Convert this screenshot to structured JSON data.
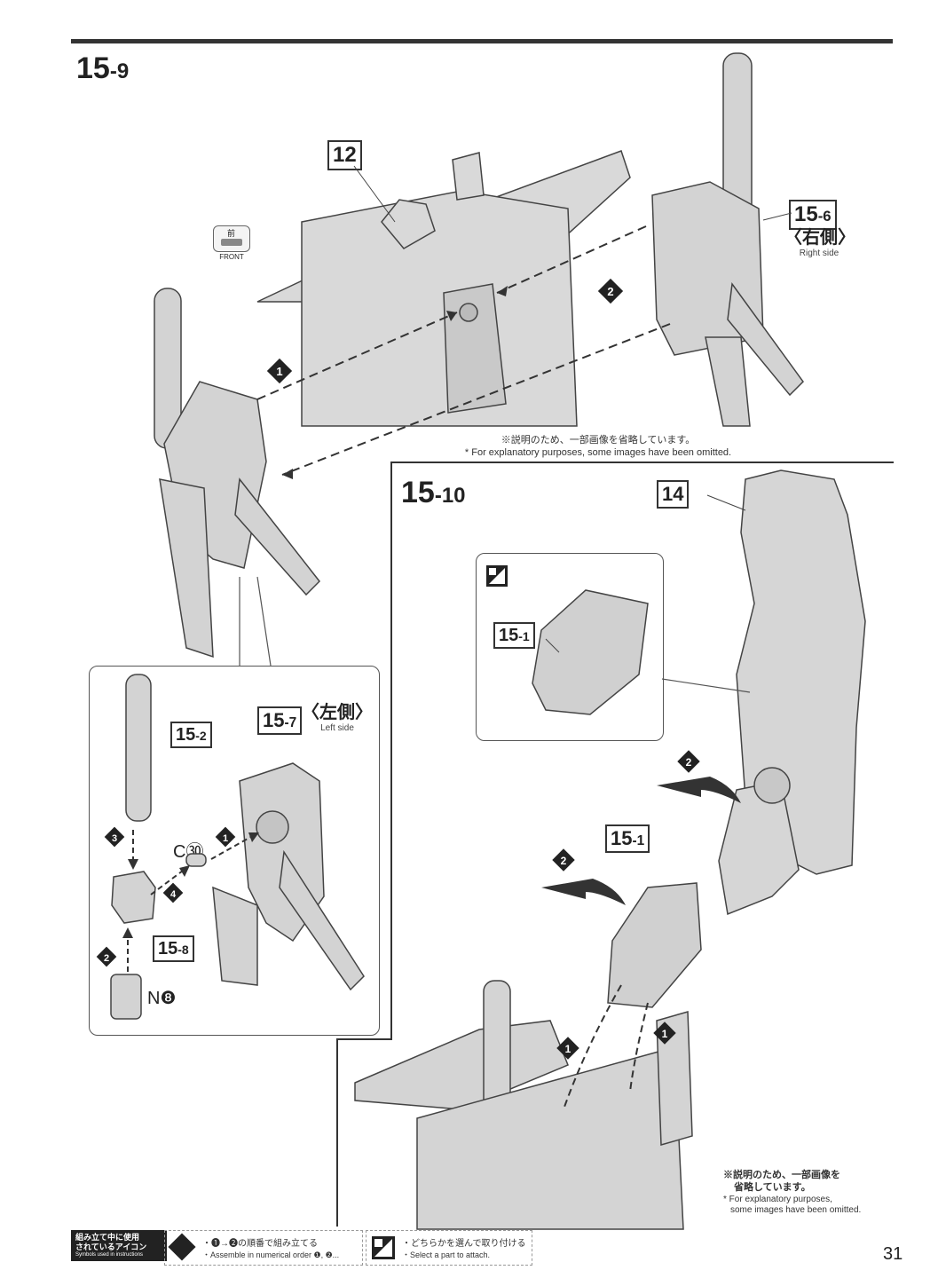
{
  "steps": {
    "s9": {
      "title_main": "15",
      "title_sub": "-9"
    },
    "s10": {
      "title_main": "15",
      "title_sub": "-10"
    }
  },
  "parts": {
    "p12": "12",
    "p14": "14",
    "p15_6_main": "15",
    "p15_6_sub": "-6",
    "p15_7_main": "15",
    "p15_7_sub": "-7",
    "p15_2_main": "15",
    "p15_2_sub": "-2",
    "p15_8_main": "15",
    "p15_8_sub": "-8",
    "p15_1a_main": "15",
    "p15_1a_sub": "-1",
    "p15_1b_main": "15",
    "p15_1b_sub": "-1"
  },
  "labels": {
    "right_jp": "〈右側〉",
    "right_en": "Right side",
    "left_jp": "〈左側〉",
    "left_en": "Left side",
    "front_jp": "前",
    "front_en": "FRONT",
    "c30": "C㉚",
    "n8": "N❽"
  },
  "notes": {
    "n1_jp": "※説明のため、一部画像を省略しています。",
    "n1_en": "* For explanatory purposes, some images have been omitted.",
    "n2_jp1": "※説明のため、一部画像を",
    "n2_jp2": "省略しています。",
    "n2_en1": "* For explanatory purposes,",
    "n2_en2": "some images have been omitted."
  },
  "footer": {
    "legend_jp1": "組み立て中に使用",
    "legend_jp2": "されているアイコン",
    "legend_en": "Symbols used in instructions",
    "order_jp": "・❶→❷の順番で組み立てる",
    "order_en": "・Assemble in numerical order ❶, ❷...",
    "select_jp": "・どちらかを選んで取り付ける",
    "select_en": "・Select a part to attach.",
    "page_number": "31"
  }
}
